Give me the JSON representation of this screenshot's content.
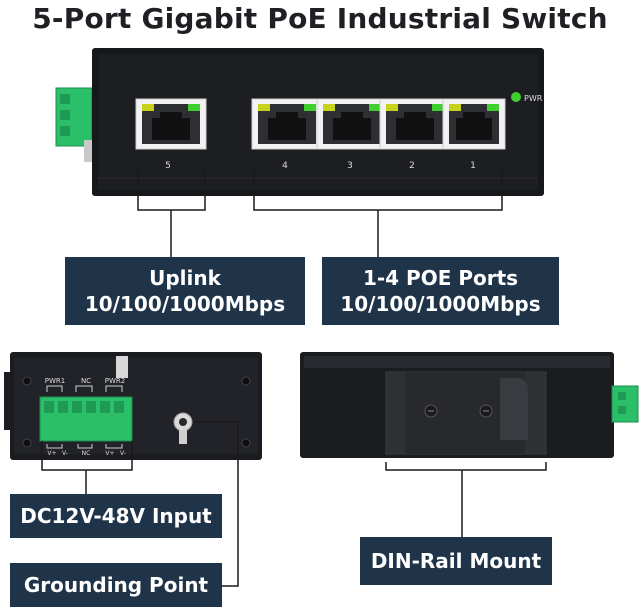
{
  "title": "5-Port Gigabit PoE Industrial Switch",
  "front_panel": {
    "pwr_label": "PWR",
    "port_numbers": [
      "5",
      "4",
      "3",
      "2",
      "1"
    ]
  },
  "callouts": {
    "uplink": {
      "line1": "Uplink",
      "line2": "10/100/1000Mbps"
    },
    "poe": {
      "line1": "1-4 POE Ports",
      "line2": "10/100/1000Mbps"
    },
    "dc_input": "DC12V-48V Input",
    "grounding": "Grounding Point",
    "din_rail": "DIN-Rail Mount"
  },
  "terminal_block": {
    "top_labels": [
      "PWR1",
      "NC",
      "PWR2"
    ],
    "bottom_labels": [
      "V+",
      "V-",
      "NC",
      "V+",
      "V-"
    ]
  },
  "colors": {
    "callout_bg": "#1f3349",
    "device_body": "#17181b",
    "terminal_green": "#2bbf6a",
    "led_green": "#3fcf2f",
    "led_yellow": "#c8d21a"
  }
}
